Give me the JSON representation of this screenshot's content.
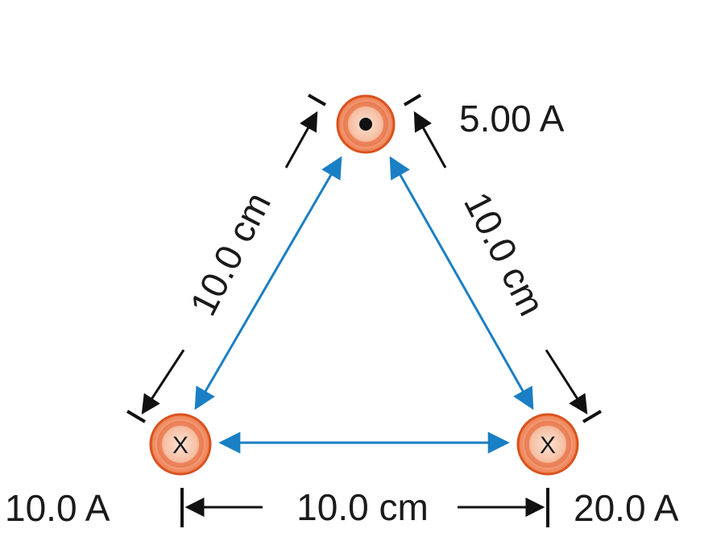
{
  "wires": {
    "top": {
      "current": "5.00 A",
      "direction_symbol": "dot"
    },
    "bottom_left": {
      "current": "10.0 A",
      "direction_symbol": "X"
    },
    "bottom_right": {
      "current": "20.0 A",
      "direction_symbol": "X"
    }
  },
  "distances": {
    "left_side": "10.0 cm",
    "right_side": "10.0 cm",
    "bottom_side": "10.0 cm"
  },
  "colors": {
    "wire_outer": "#ee7a4c",
    "wire_ring": "#d9531e",
    "wire_inner": "#f6c0a4",
    "force_arrow": "#1a7fc4",
    "dimension_line": "#111111"
  }
}
